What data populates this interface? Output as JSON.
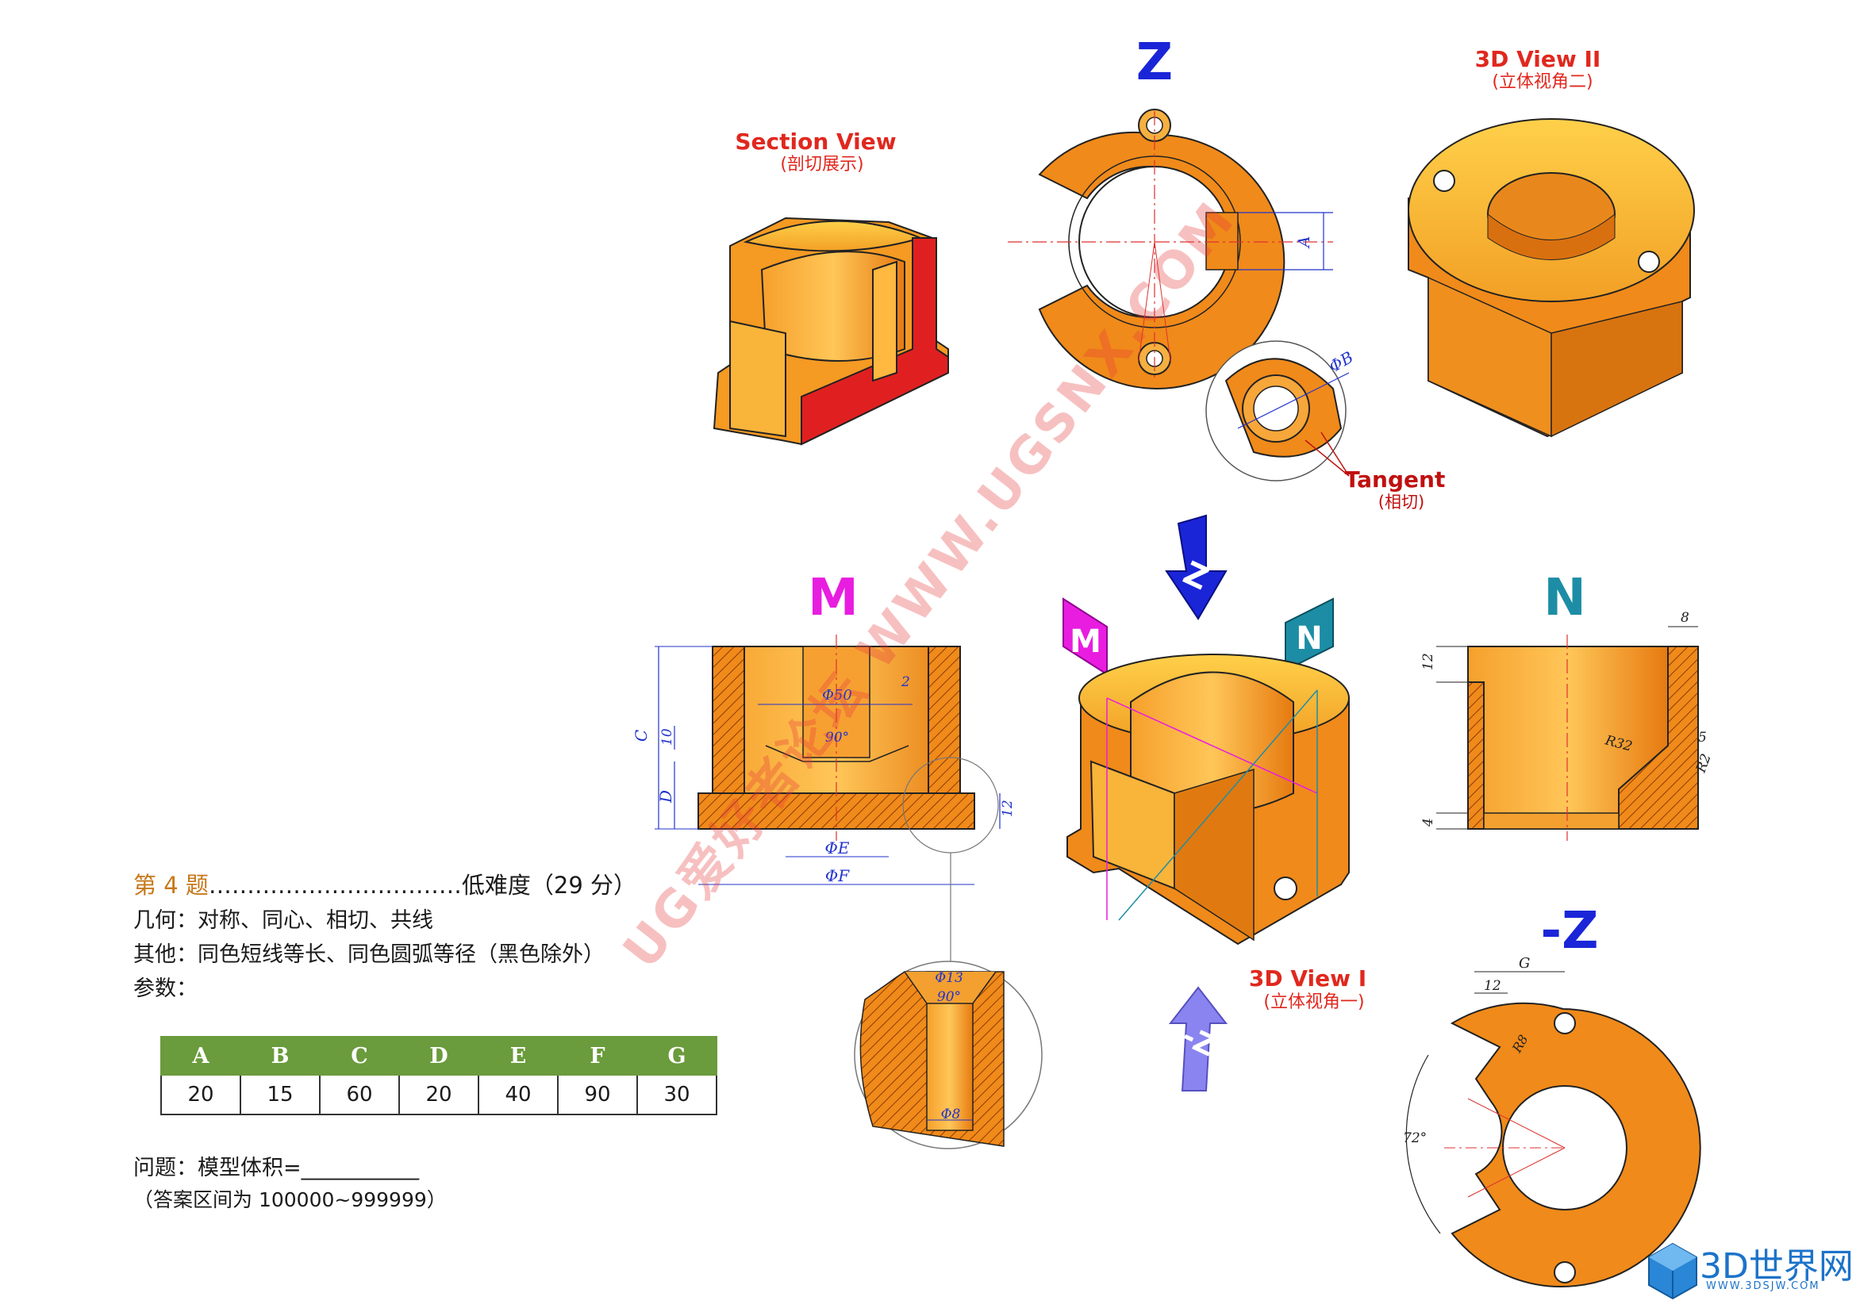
{
  "question": {
    "number_label": "第 4 题",
    "dots": "……………………………",
    "difficulty": "低难度（29 分）",
    "geometry": "几何：对称、同心、相切、共线",
    "other": "其他：同色短线等长、同色圆弧等径（黑色除外）",
    "params_label": "参数：",
    "prompt": "问题：模型体积=___________",
    "range": "（答案区间为 100000~999999）"
  },
  "params": {
    "headers": [
      "A",
      "B",
      "C",
      "D",
      "E",
      "F",
      "G"
    ],
    "values": [
      "20",
      "15",
      "60",
      "20",
      "40",
      "90",
      "30"
    ]
  },
  "views": {
    "section_title": "Section View",
    "section_sub": "(剖切展示)",
    "z_top": "Z",
    "iso2_title": "3D View II",
    "iso2_sub": "(立体视角二)",
    "tangent_title": "Tangent",
    "tangent_sub": "(相切)",
    "m": "M",
    "n": "N",
    "iso1_title": "3D View I",
    "iso1_sub": "(立体视角一)",
    "neg_z": "-Z"
  },
  "dims": {
    "a": "A",
    "phi_b": "ΦB",
    "c": "C",
    "d": "D",
    "ten": "10",
    "phi50": "Φ50",
    "two": "2",
    "deg90": "90°",
    "twelve_m": "12",
    "phi_e": "ΦE",
    "phi_f": "ΦF",
    "phi13": "Φ13",
    "deg90b": "90°",
    "phi8": "Φ8",
    "n12": "12",
    "n8": "8",
    "r32": "R32",
    "n5": "5",
    "r2": "R2",
    "n4": "4",
    "g": "G",
    "z12": "12",
    "r8": "R8",
    "deg72": "72°"
  },
  "arrows": {
    "m_tag": "M",
    "n_tag": "N",
    "z_tag": "Z",
    "negz_tag": "-Z"
  },
  "watermark": "UG爱好者论坛 WWW.UGSNX.COM",
  "logo": {
    "name": "3D世界网",
    "url": "WWW.3DSJW.COM"
  },
  "colors": {
    "orange": "#f08a1a",
    "light_orange": "#f9b43a",
    "section_red": "#e02020",
    "z_blue": "#1a25d8",
    "m_magenta": "#e81de0",
    "n_teal": "#1d8da6",
    "title_red": "#e0281e",
    "table_green": "#6a9b3c"
  }
}
